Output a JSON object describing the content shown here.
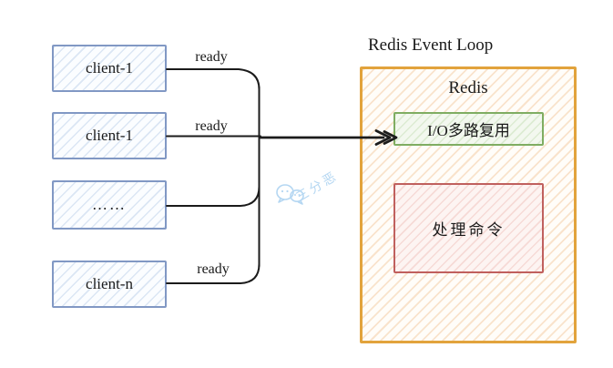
{
  "title": "Redis Event Loop",
  "clients": [
    {
      "label": "client-1",
      "arrow_label": "ready"
    },
    {
      "label": "client-1",
      "arrow_label": "ready"
    },
    {
      "label": "……",
      "arrow_label": ""
    },
    {
      "label": "client-n",
      "arrow_label": "ready"
    }
  ],
  "event_loop": {
    "container_label": "Redis",
    "io_box_label": "I/O多路复用",
    "command_box_label": "处理命令"
  },
  "watermark": {
    "icon": "wechat-icon",
    "text": "三分恶"
  },
  "colors": {
    "text": "#1a1a1a",
    "line": "#1b1b1b",
    "client_border": "#8198c4",
    "client_hatch": "#dbe6f4",
    "client_fill": "#fbfdff",
    "outer_border": "#e2a33c",
    "outer_hatch": "#f9e3cc",
    "outer_fill": "#fffdf9",
    "io_border": "#7fad62",
    "io_hatch": "#dcebd2",
    "io_fill": "#f3f8ef",
    "cmd_border": "#c0605e",
    "cmd_hatch": "#f6dad6",
    "cmd_fill": "#fdf4f2",
    "watermark": "#b5d7f2"
  }
}
